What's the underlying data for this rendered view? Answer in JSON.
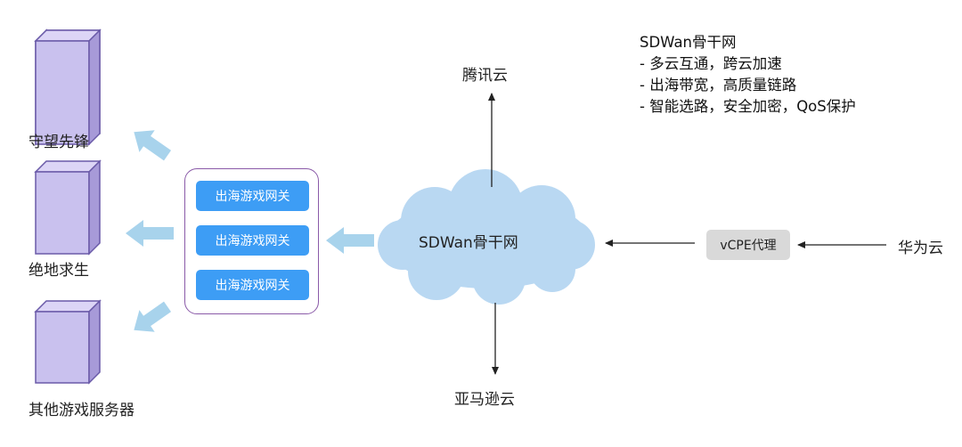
{
  "servers": [
    {
      "label": "守望先锋"
    },
    {
      "label": "绝地求生"
    },
    {
      "label": "其他游戏服务器"
    }
  ],
  "gateways": [
    "出海游戏网关",
    "出海游戏网关",
    "出海游戏网关"
  ],
  "backbone": {
    "label": "SDWan骨干网"
  },
  "clouds": {
    "tencent": "腾讯云",
    "amazon": "亚马逊云",
    "huawei": "华为云"
  },
  "vcpe": {
    "label": "vCPE代理"
  },
  "notes": {
    "title": "SDWan骨干网",
    "items": [
      "-   多云互通，跨云加速",
      "-   出海带宽，高质量链路",
      "-   智能选路，安全加密，QoS保护"
    ]
  },
  "colors": {
    "server_face": "#c9c1ee",
    "server_side": "#a79ad8",
    "server_edge": "#6a5aa8",
    "gateway": "#3d9df5",
    "block_arrow": "#a8d3ec",
    "cloud": "#b9d8f2",
    "vcpe": "#d9d9d9"
  }
}
